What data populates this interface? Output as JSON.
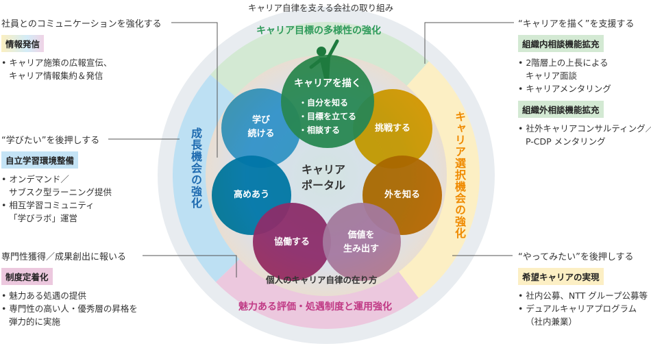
{
  "top_caption": "キャリア自律を支える会社の取り組み",
  "bottom_caption": "個人のキャリア自律の在り方",
  "center": {
    "line1": "キャリア",
    "line2": "ポータル"
  },
  "ring_segments": {
    "top": {
      "label": "キャリア目標の多様性の強化",
      "color": "#2e9a5a"
    },
    "right": {
      "label": "キャリア選択機会の強化",
      "color": "#ef8a00"
    },
    "bottom": {
      "label": "魅力ある評価・処遇制度と運用強化",
      "color": "#c03a85"
    },
    "left": {
      "label": "成長機会の強化",
      "color": "#1f6bb0"
    }
  },
  "circles": {
    "draw": {
      "title": "キャリアを描く",
      "items": [
        "・自分を知る",
        "・目標を立てる",
        "・相談する"
      ]
    },
    "learn": {
      "line1": "学び",
      "line2": "続ける"
    },
    "challenge": "挑戦する",
    "mutual": "高めあう",
    "outside": "外を知る",
    "cooperate": "協働する",
    "value": {
      "line1": "価値を",
      "line2": "生み出す"
    }
  },
  "panels": {
    "comm": {
      "heading": "社員とのコミュニケーションを強化する",
      "tag": "情報発信",
      "items": [
        "キャリア施策の広報宣伝、",
        "キャリア情報集約＆発信"
      ]
    },
    "learn": {
      "heading": "“学びたい”を後押しする",
      "tag": "自立学習環境整備",
      "items": [
        "オンデマンド／",
        "サブスク型ラーニング提供",
        "相互学習コミュニティ",
        "「学びラボ」運営"
      ]
    },
    "expert": {
      "heading": "専門性獲得／成果創出に報いる",
      "tag": "制度定着化",
      "items": [
        "魅力ある処遇の提供",
        "専門性の高い人・優秀層の昇格を",
        "弾力的に実施"
      ]
    },
    "draw": {
      "heading": "“キャリアを描く”を支援する",
      "tag1": "組織内相談機能拡充",
      "items1": [
        "2階層上の上長による",
        "キャリア面談",
        "キャリアメンタリング"
      ],
      "tag2": "組織外相談機能拡充",
      "items2": [
        "社外キャリアコンサルティング／",
        "P-CDP メンタリング"
      ]
    },
    "try": {
      "heading": "“やってみたい”を後押しする",
      "tag": "希望キャリアの実現",
      "items": [
        "社内公募、NTT グループ公募等",
        "デュアルキャリアプログラム",
        "（社内兼業）"
      ]
    }
  }
}
